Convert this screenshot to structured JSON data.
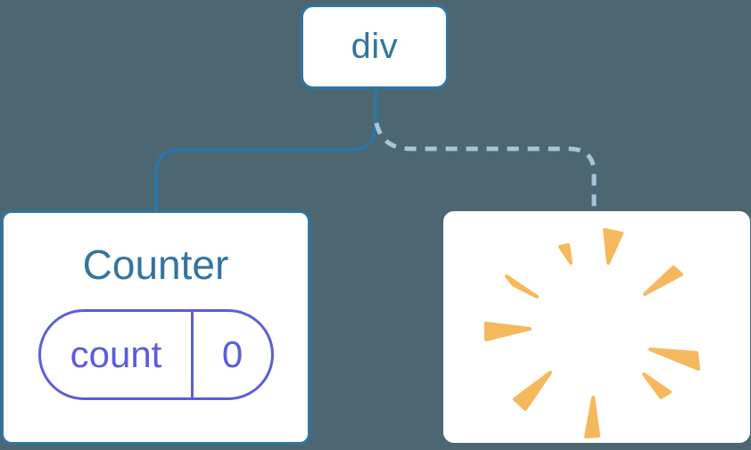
{
  "diagram": {
    "root_node": {
      "label": "div"
    },
    "counter_node": {
      "title": "Counter",
      "state": {
        "key": "count",
        "value": "0"
      }
    },
    "removed_node": {
      "icon": "poof-icon"
    },
    "connectors": {
      "solid": "root-to-counter",
      "dashed": "root-to-removed"
    }
  },
  "colors": {
    "background": "#4C6771",
    "line_blue": "#2E75A6",
    "text_blue": "#35749E",
    "purple": "#5C5CDB",
    "dashed_line": "#A7C5DB",
    "poof_orange": "#F6B85C",
    "node_fill": "#FFFFFF"
  }
}
